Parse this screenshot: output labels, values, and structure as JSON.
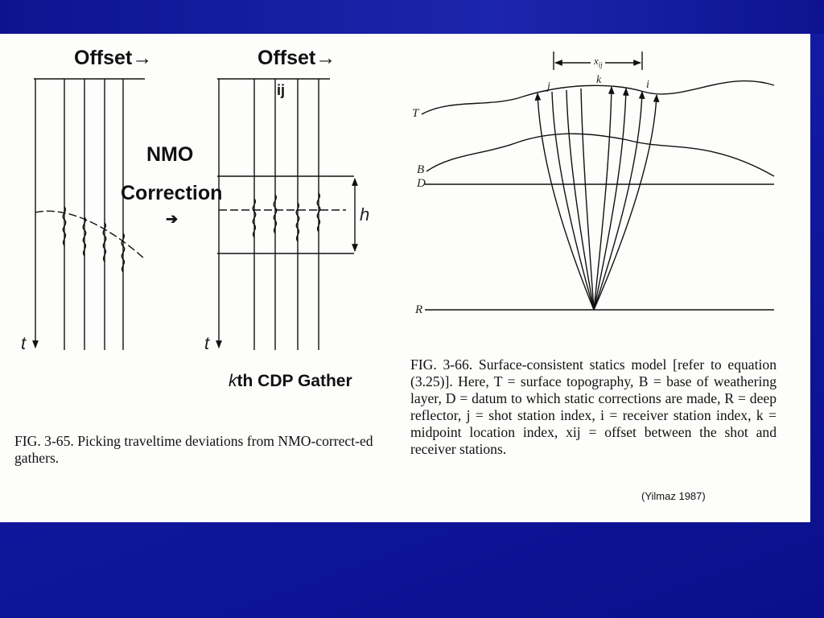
{
  "fig365": {
    "offset_left": "Offset→",
    "offset_right": "Offset→",
    "nmo_line1": "NMO",
    "nmo_line2": "Correction",
    "arrow": "➔",
    "trace_label": "ij",
    "h_label": "h",
    "t_left": "t",
    "t_right": "t",
    "gather_k": "k",
    "gather_rest": "th  CDP Gather",
    "caption": "FIG. 3-65. Picking traveltime deviations from NMO-correct-ed gathers."
  },
  "fig366": {
    "x_label": "x",
    "x_sub": "ij",
    "j_label": "j",
    "k_label": "k",
    "i_label": "i",
    "T": "T",
    "B": "B",
    "D": "D",
    "R": "R",
    "caption": "FIG. 3-66. Surface-consistent statics model [refer to equation (3.25)]. Here, T = surface topography, B = base of weathering layer, D = datum to which static corrections are made, R = deep reflector, j = shot station index, i = receiver station index, k = midpoint location index, xij = offset between the shot and receiver stations."
  },
  "citation": "(Yilmaz 1987)"
}
